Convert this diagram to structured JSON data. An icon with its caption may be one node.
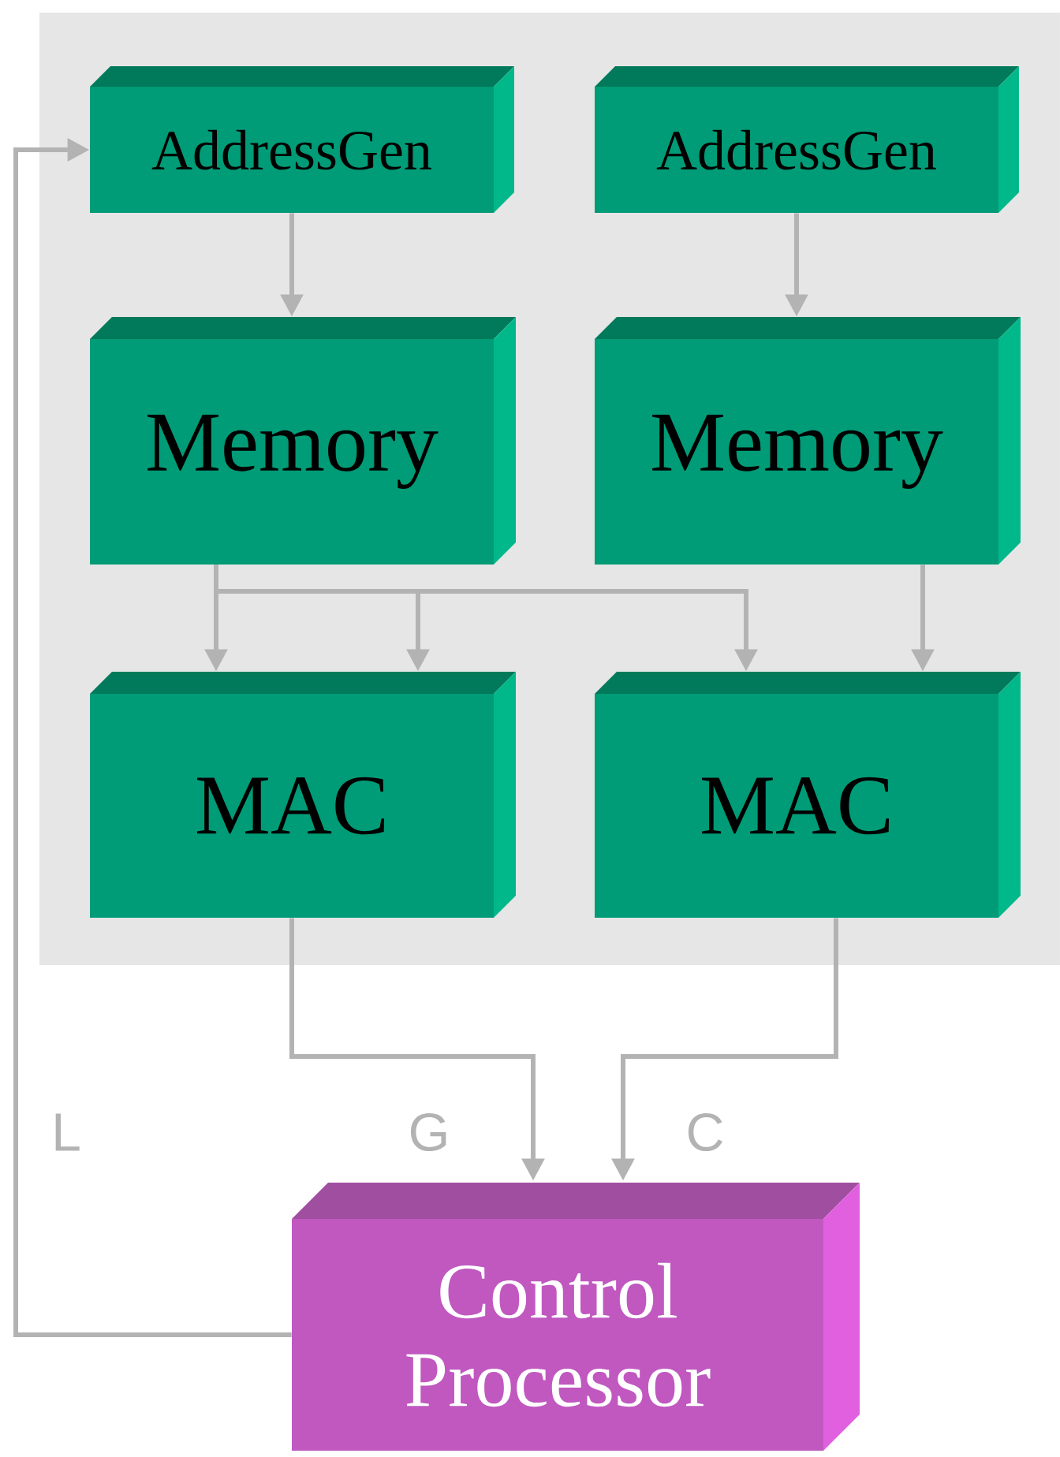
{
  "diagram": {
    "nodes": [
      {
        "text": [],
        "shape": "box"
      },
      {
        "text": [
          "AddressGen"
        ],
        "in": 0
      },
      {
        "text": [
          "AddressGen"
        ],
        "in": 0
      },
      {
        "text": [
          "Memory"
        ],
        "in": 0
      },
      {
        "text": [
          "Memory"
        ],
        "in": 0
      },
      {
        "text": [
          "MAC"
        ],
        "in": 0
      },
      {
        "text": [
          "MAC"
        ],
        "in": 0
      },
      {
        "text": [
          "Control Processor"
        ]
      }
    ],
    "edges": [
      {
        "from": 1,
        "to": 3,
        "arrow": "to"
      },
      {
        "from": 2,
        "to": 4,
        "arrow": "to"
      },
      {
        "from": 3,
        "to": 5,
        "arrow": "to"
      },
      {
        "from": 3,
        "to": 5,
        "arrow": "to"
      },
      {
        "from": 3,
        "to": 6,
        "arrow": "to"
      },
      {
        "from": 4,
        "to": 6,
        "arrow": "to"
      },
      {
        "from": 5,
        "to": 7,
        "arrow": "to",
        "label": "G"
      },
      {
        "from": 6,
        "to": 7,
        "arrow": "to",
        "label": "C"
      },
      {
        "from": 7,
        "to": 1,
        "arrow": "to",
        "label": "L"
      }
    ]
  }
}
